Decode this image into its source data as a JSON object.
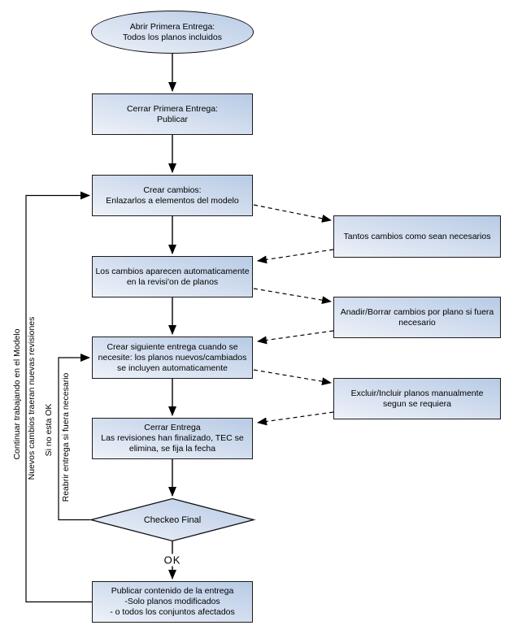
{
  "diagram": {
    "nodes": {
      "start": "Abrir Primera Entrega:\nTodos los planos incluidos",
      "close_first": "Cerrar Primera Entrega:\nPublicar",
      "create_changes": "Crear cambios:\nEnlazarlos a elementos del modelo",
      "changes_appear": "Los cambios aparecen automaticamente\nen la revisi'on de planos",
      "next_delivery": "Crear siguiente entrega cuando se\nnecesite: los planos nuevos/cambiados\nse incluyen automaticamente",
      "close_delivery": "Cerrar Entrega\nLas revisiones han finalizado, TEC se\nelimina, se fija la fecha",
      "final_check": "Checkeo Final",
      "ok_label": "OK",
      "publish": "Publicar contenido de la entrega\n-Solo planos modificados\n- o todos los conjuntos afectados"
    },
    "side_notes": {
      "note1": "Tantos cambios como sean necesarios",
      "note2": "Anadir/Borrar cambios por plano si fuera\nnecesario",
      "note3": "Excluir/Incluir planos manualmente\nsegun se requiera"
    },
    "loop_labels": {
      "continue_model": "Continuar trabajando en el Modelo",
      "new_changes": "Nuevos cambios traeran nuevas revisiones",
      "if_not_ok": "Si no esta OK",
      "reopen": "Reabrir entrega si fuera necesario"
    },
    "colors": {
      "node_fill_light": "#eef2f9",
      "node_fill_dark": "#b7cbe5",
      "node_border": "#1b1b1b",
      "connector": "#000000"
    }
  }
}
